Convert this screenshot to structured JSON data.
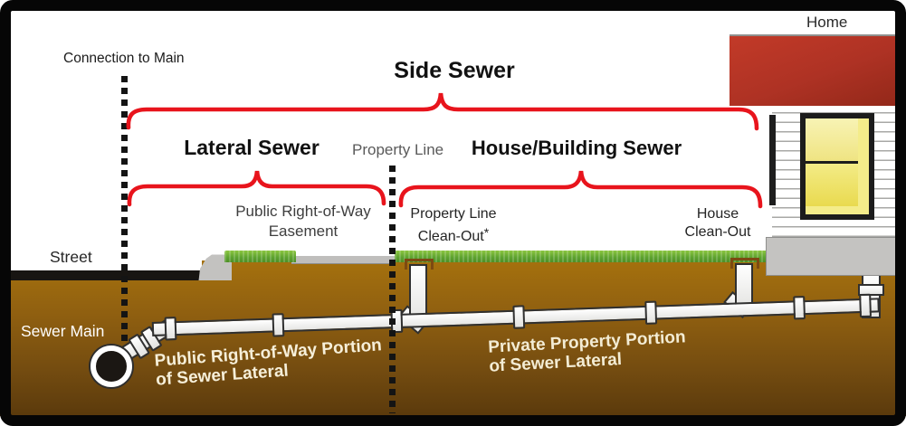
{
  "diagram": {
    "title": "Side Sewer",
    "labels": {
      "connection_to_main": "Connection to Main",
      "side_sewer": "Side Sewer",
      "lateral_sewer": "Lateral Sewer",
      "house_building_sewer": "House/Building Sewer",
      "property_line": "Property Line",
      "public_row_easement_line1": "Public Right-of-Way",
      "public_row_easement_line2": "Easement",
      "property_line_cleanout_line1": "Property Line",
      "property_line_cleanout_line2": "Clean-Out",
      "cleanout_footnote_marker": "*",
      "house_cleanout_line1": "House",
      "house_cleanout_line2": "Clean-Out",
      "home": "Home",
      "street": "Street",
      "sewer_main": "Sewer Main",
      "public_portion_line1": "Public Right-of-Way Portion",
      "public_portion_line2": "of Sewer Lateral",
      "private_portion_line1": "Private Property Portion",
      "private_portion_line2": "of Sewer Lateral"
    },
    "colors": {
      "brace_red": "#e8141c",
      "roof_red": "#ae3224",
      "window_yellow": "#efe26b",
      "grass_green": "#5fa430",
      "ground_brown_top": "#a5710e",
      "ground_brown_bottom": "#5b3a0c",
      "asphalt_black": "#181512",
      "concrete_gray": "#c3c2c0",
      "pipe_white": "#ffffff"
    }
  }
}
